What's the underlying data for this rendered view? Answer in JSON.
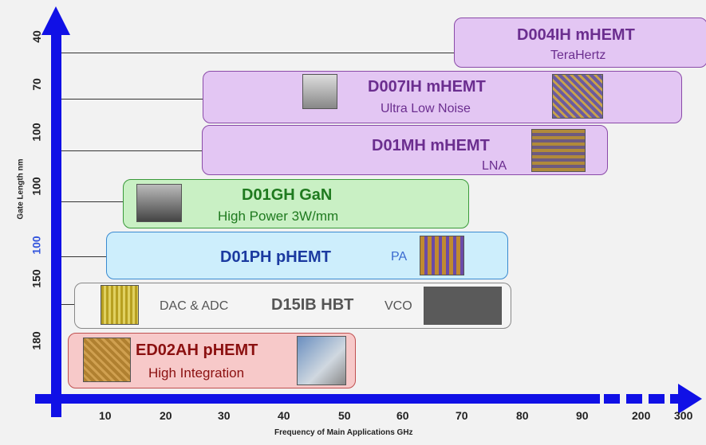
{
  "axes": {
    "y_title": "Gate Length nm",
    "x_title": "Frequency of Main Applications GHz",
    "y_ticks": [
      "40",
      "70",
      "100",
      "100",
      "100",
      "150",
      "180"
    ],
    "x_ticks": [
      "10",
      "20",
      "30",
      "40",
      "50",
      "60",
      "70",
      "80",
      "90",
      "200",
      "300"
    ],
    "colors": {
      "axis": "#1010e6",
      "highlight_tick": "#3355dd"
    }
  },
  "processes": [
    {
      "name": "D004IH mHEMT",
      "sub": "TeraHertz",
      "color": "#e3c6f3",
      "border": "#8a4aa8",
      "text": "#6b2e8f"
    },
    {
      "name": "D007IH mHEMT",
      "sub": "Ultra Low Noise",
      "color": "#e3c6f3",
      "border": "#8a4aa8",
      "text": "#6b2e8f"
    },
    {
      "name": "D01MH mHEMT",
      "sub": "LNA",
      "color": "#e3c6f3",
      "border": "#8a4aa8",
      "text": "#6b2e8f"
    },
    {
      "name": "D01GH GaN",
      "sub": "High Power 3W/mm",
      "color": "#c9f0c4",
      "border": "#3a9a3a",
      "text": "#1f7a1f"
    },
    {
      "name": "D01PH pHEMT",
      "sub": "PA",
      "color": "#cdeefc",
      "border": "#3a8ad0",
      "text": "#1b3aa0"
    },
    {
      "name": "D15IB HBT",
      "sub_left": "DAC & ADC",
      "sub_right": "VCO",
      "color": "#f4f4f4",
      "border": "#888888",
      "text": "#555555"
    },
    {
      "name": "ED02AH pHEMT",
      "sub": "High Integration",
      "color": "#f7c9c9",
      "border": "#c05050",
      "text": "#8b1010"
    }
  ]
}
